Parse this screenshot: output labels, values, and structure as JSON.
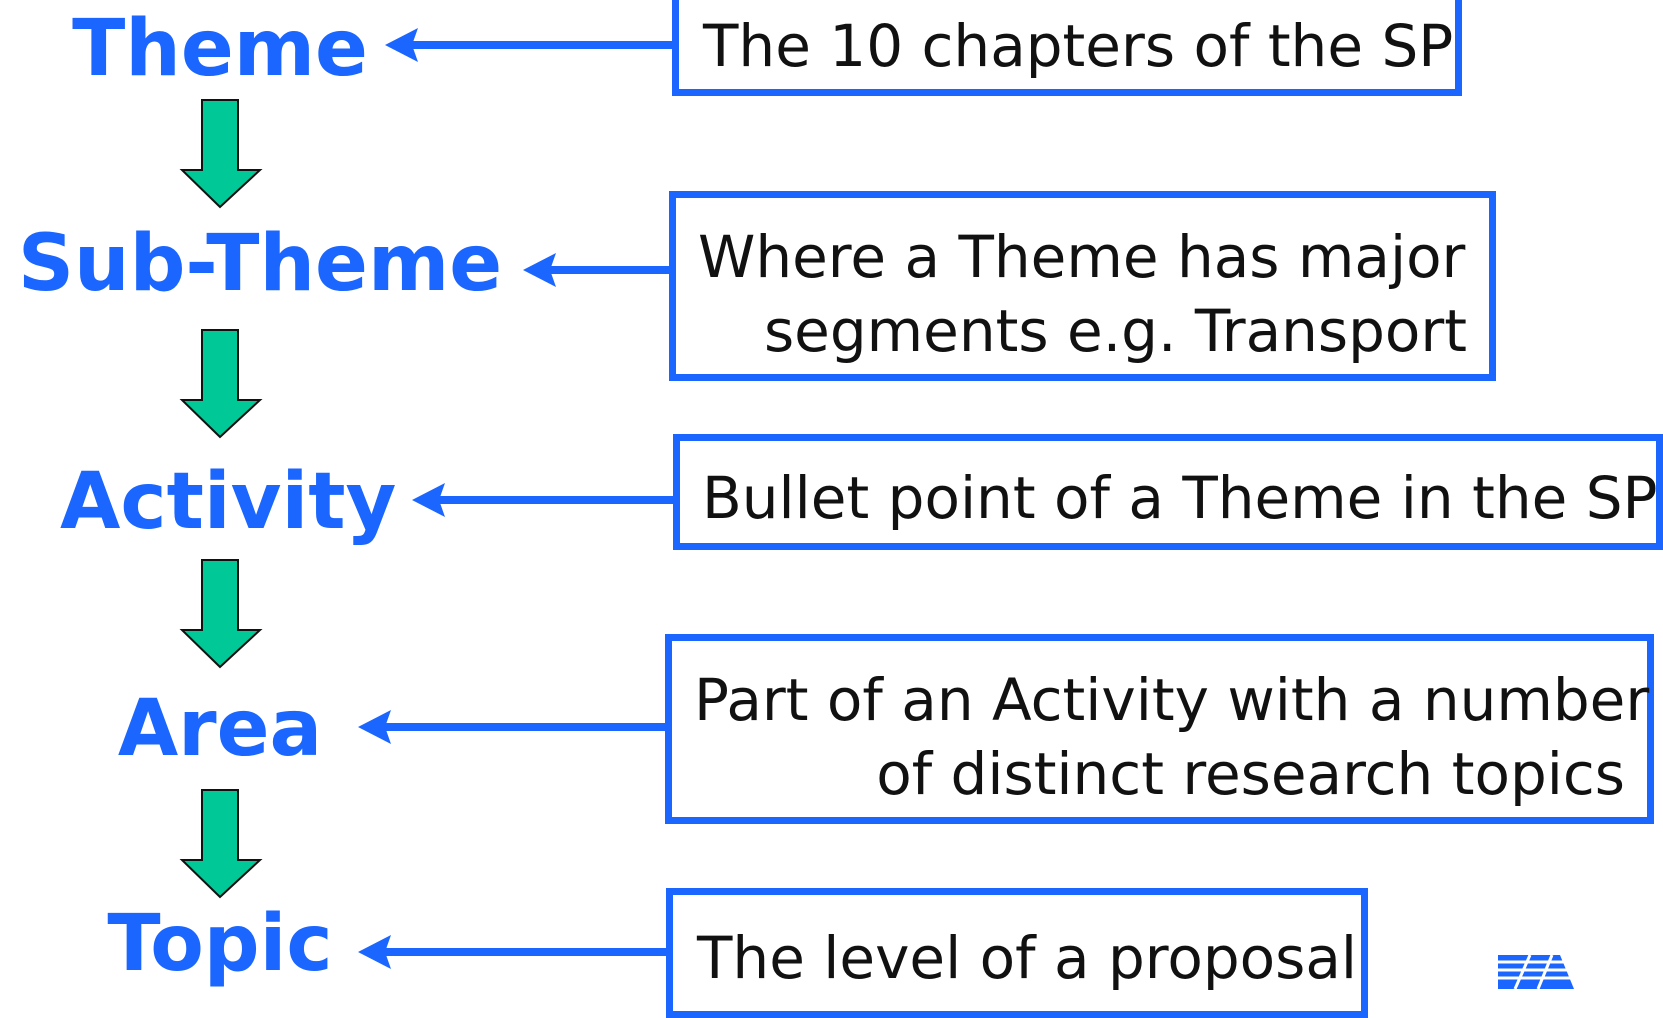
{
  "hierarchy": [
    {
      "label": "Theme",
      "description": [
        "The 10 chapters of the SP"
      ]
    },
    {
      "label": "Sub-Theme",
      "description": [
        "Where a Theme has major",
        "segments e.g. Transport"
      ]
    },
    {
      "label": "Activity",
      "description": [
        "Bullet point of a Theme in the SP"
      ]
    },
    {
      "label": "Area",
      "description": [
        "Part of an Activity with a number",
        "of distinct research topics"
      ]
    },
    {
      "label": "Topic",
      "description": [
        "The level of a proposal"
      ]
    }
  ],
  "colors": {
    "accent": "#1a66ff",
    "down_arrow_fill": "#00c896",
    "text": "#111111",
    "background": "#ffffff"
  },
  "icons": {
    "down_arrow": "down-arrow-icon",
    "left_arrow": "left-arrow-icon",
    "logo": "logo-icon"
  }
}
